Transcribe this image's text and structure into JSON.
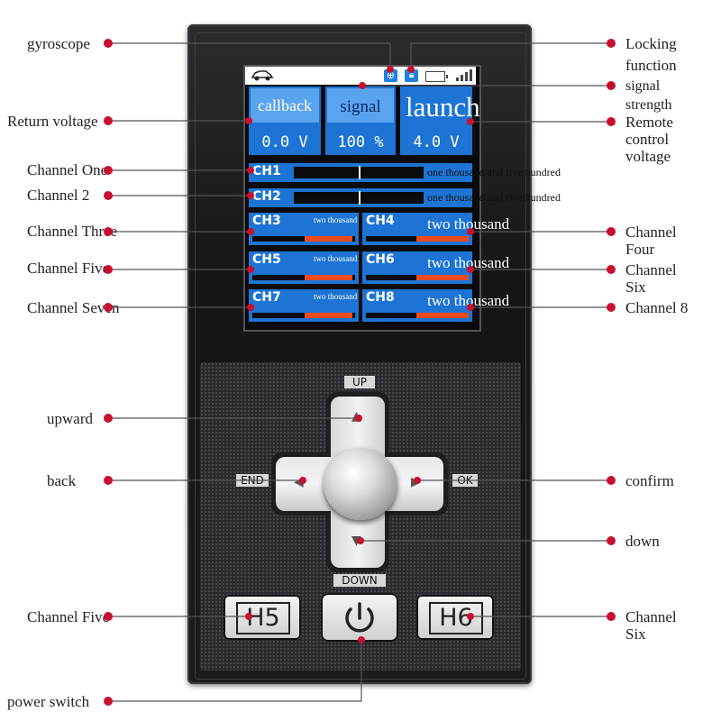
{
  "screen": {
    "tiles": [
      {
        "title": "callback",
        "value": "0.0 V"
      },
      {
        "title": "signal",
        "value": "100 %"
      },
      {
        "title": "launch",
        "value": "4.0 V"
      }
    ],
    "channels_wide": [
      {
        "name": "CH1",
        "value": "one thousand and five hundred"
      },
      {
        "name": "CH2",
        "value": "one thousand and five hundred"
      }
    ],
    "channels_left": [
      {
        "name": "CH3",
        "value": "two thousand",
        "fill": 0.95
      },
      {
        "name": "CH5",
        "value": "two thousand",
        "fill": 0.95
      },
      {
        "name": "CH7",
        "value": "two thousand",
        "fill": 0.95
      }
    ],
    "channels_right": [
      {
        "name": "CH4",
        "value": "two thousand",
        "fill": 0.5
      },
      {
        "name": "CH6",
        "value": "two thousand",
        "fill": 0.5
      },
      {
        "name": "CH8",
        "value": "two thousand",
        "fill": 0.5
      }
    ]
  },
  "controls": {
    "up_key": "UP",
    "down_key": "DOWN",
    "end_key": "END",
    "ok_key": "OK",
    "h5": "H5",
    "h6": "H6"
  },
  "labels": {
    "gyroscope": "gyroscope",
    "return_voltage": "Return voltage",
    "channel_one": "Channel One",
    "channel_2": "Channel 2",
    "channel_three": "Channel Three",
    "channel_five": "Channel Five",
    "channel_seven": "Channel Seven",
    "upward": "upward",
    "back": "back",
    "channel_five_btn": "Channel Five",
    "power_switch": "power switch",
    "locking_function": [
      "Locking",
      "function"
    ],
    "signal_strength": [
      "signal",
      "strength"
    ],
    "remote_control_voltage": [
      "Remote",
      "control",
      "voltage"
    ],
    "channel_four": [
      "Channel",
      "Four"
    ],
    "channel_six": [
      "Channel",
      "Six"
    ],
    "channel_8": "Channel 8",
    "confirm": "confirm",
    "down": "down",
    "channel_six_btn": [
      "Channel",
      "Six"
    ]
  },
  "colors": {
    "screen_tile": "#1d74d4",
    "tile_header": "#5aa3ee",
    "bar_fill": "#ee4a1e",
    "leader_dot": "#c8102e"
  }
}
